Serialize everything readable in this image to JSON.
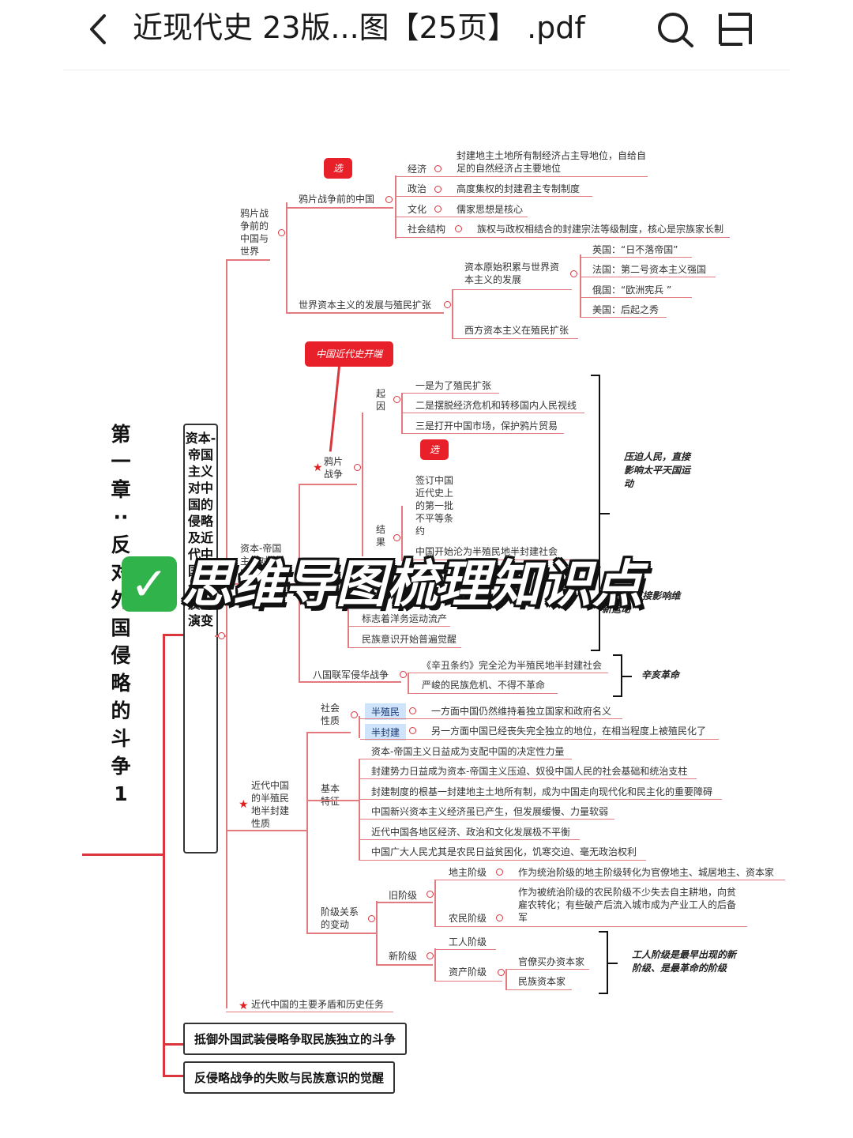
{
  "header": {
    "title": "近现代史 23版...图【25页】 .pdf",
    "back_icon": "chevron-left-icon",
    "search_icon": "search-icon",
    "menu_icon": "menu-icon"
  },
  "banner": {
    "check": "✓",
    "text": "思维导图梳理知识点",
    "check_color": "#2fb34a"
  },
  "chapter": "第一章··反对外国侵略的斗争1",
  "center_box": "资本-帝国主义对中国的侵略及近代中国社会性质的演变",
  "s1": {
    "title": "鸦片战争前的中国与世界",
    "before": {
      "label": "鸦片战争前的中国",
      "bubble": "选",
      "items": [
        {
          "k": "经济",
          "v": "封建地主土地所有制经济占主导地位，自给自足的自然经济占主要地位"
        },
        {
          "k": "政治",
          "v": "高度集权的封建君主专制制度"
        },
        {
          "k": "文化",
          "v": "儒家思想是核心"
        },
        {
          "k": "社会结构",
          "v": "族权与政权相结合的封建宗法等级制度，核心是宗族家长制"
        }
      ]
    },
    "world": {
      "label": "世界资本主义的发展与殖民扩张",
      "capital": "资本原始积累与世界资本主义的发展",
      "countries": [
        "英国：“日不落帝国”",
        "法国：第二号资本主义强国",
        "俄国：“欧洲宪兵 ”",
        "美国：后起之秀"
      ],
      "west": "西方资本主义在殖民扩张"
    }
  },
  "s2": {
    "label": "资本-帝国主义对中国的侵略",
    "bubble": "中国近代史开端",
    "opium": "鸦片战争",
    "cause_label": "起因",
    "causes": [
      "一是为了殖民扩张",
      "二是摆脱经济危机和转移国内人民视线",
      "三是打开中国市场，保护鸦片贸易"
    ],
    "result_label": "结果",
    "result_bubble": "选",
    "treaty": "签订中国近代史上的第一批不平等条约",
    "semi": "中国开始沦为半殖民地半封建社会",
    "partial1": "条约》",
    "partial2": "半殖",
    "westernization": "标志着洋务运动流产",
    "awakening": "民族意识开始普遍觉醒",
    "eight": "八国联军侵华战争",
    "xinchou": "《辛丑条约》完全沦为半殖民地半封建社会",
    "crisis": "严峻的民族危机、不得不革命",
    "note1": "压迫人民，直接影响太平天国运动",
    "note2": "战......直接影响维新运动",
    "note3": "辛亥革命"
  },
  "s3": {
    "label": "近代中国的半殖民地半封建性质",
    "nature_label": "社会性质",
    "tag1": "半殖民",
    "tag1_text": "一方面中国仍然维持着独立国家和政府名义",
    "tag2": "半封建",
    "tag2_text": "另一方面中国已经丧失完全独立的地位，在相当程度上被殖民化了",
    "feature_label": "基本特征",
    "features": [
      "资本-帝国主义日益成为支配中国的决定性力量",
      "封建势力日益成为资本-帝国主义压迫、奴役中国人民的社会基础和统治支柱",
      "封建制度的根基一封建地主土地所有制，成为中国走向现代化和民主化的重要障碍",
      "中国新兴资本主义经济虽已产生，但发展缓慢、力量软弱",
      "近代中国各地区经济、政治和文化发展极不平衡",
      "中国广大人民尤其是农民日益贫困化，饥寒交迫、毫无政治权利"
    ],
    "class_label": "阶级关系的变动",
    "old_label": "旧阶级",
    "landlord": "地主阶级",
    "landlord_text": "作为统治阶级的地主阶级转化为官僚地主、城居地主、资本家",
    "peasant": "农民阶级",
    "peasant_text": "作为被统治阶级的农民阶级不少失去自主耕地，向贫雇农转化；有些破产后流入城市成为产业工人的后备军",
    "new_label": "新阶级",
    "worker": "工人阶级",
    "bourgeois": "资产阶级",
    "comprador": "官僚买办资本家",
    "national": "民族资本家",
    "new_note": "工人阶级是最早出现的新阶级、是最革命的阶级"
  },
  "s4": "近代中国的主要矛盾和历史任务",
  "box2": "抵御外国武装侵略争取民族独立的斗争",
  "box3": "反侵略战争的失败与民族意识的觉醒",
  "colors": {
    "branch": "#d9363e",
    "tag": "#cfe4fb",
    "bubble": "#e8202a"
  }
}
